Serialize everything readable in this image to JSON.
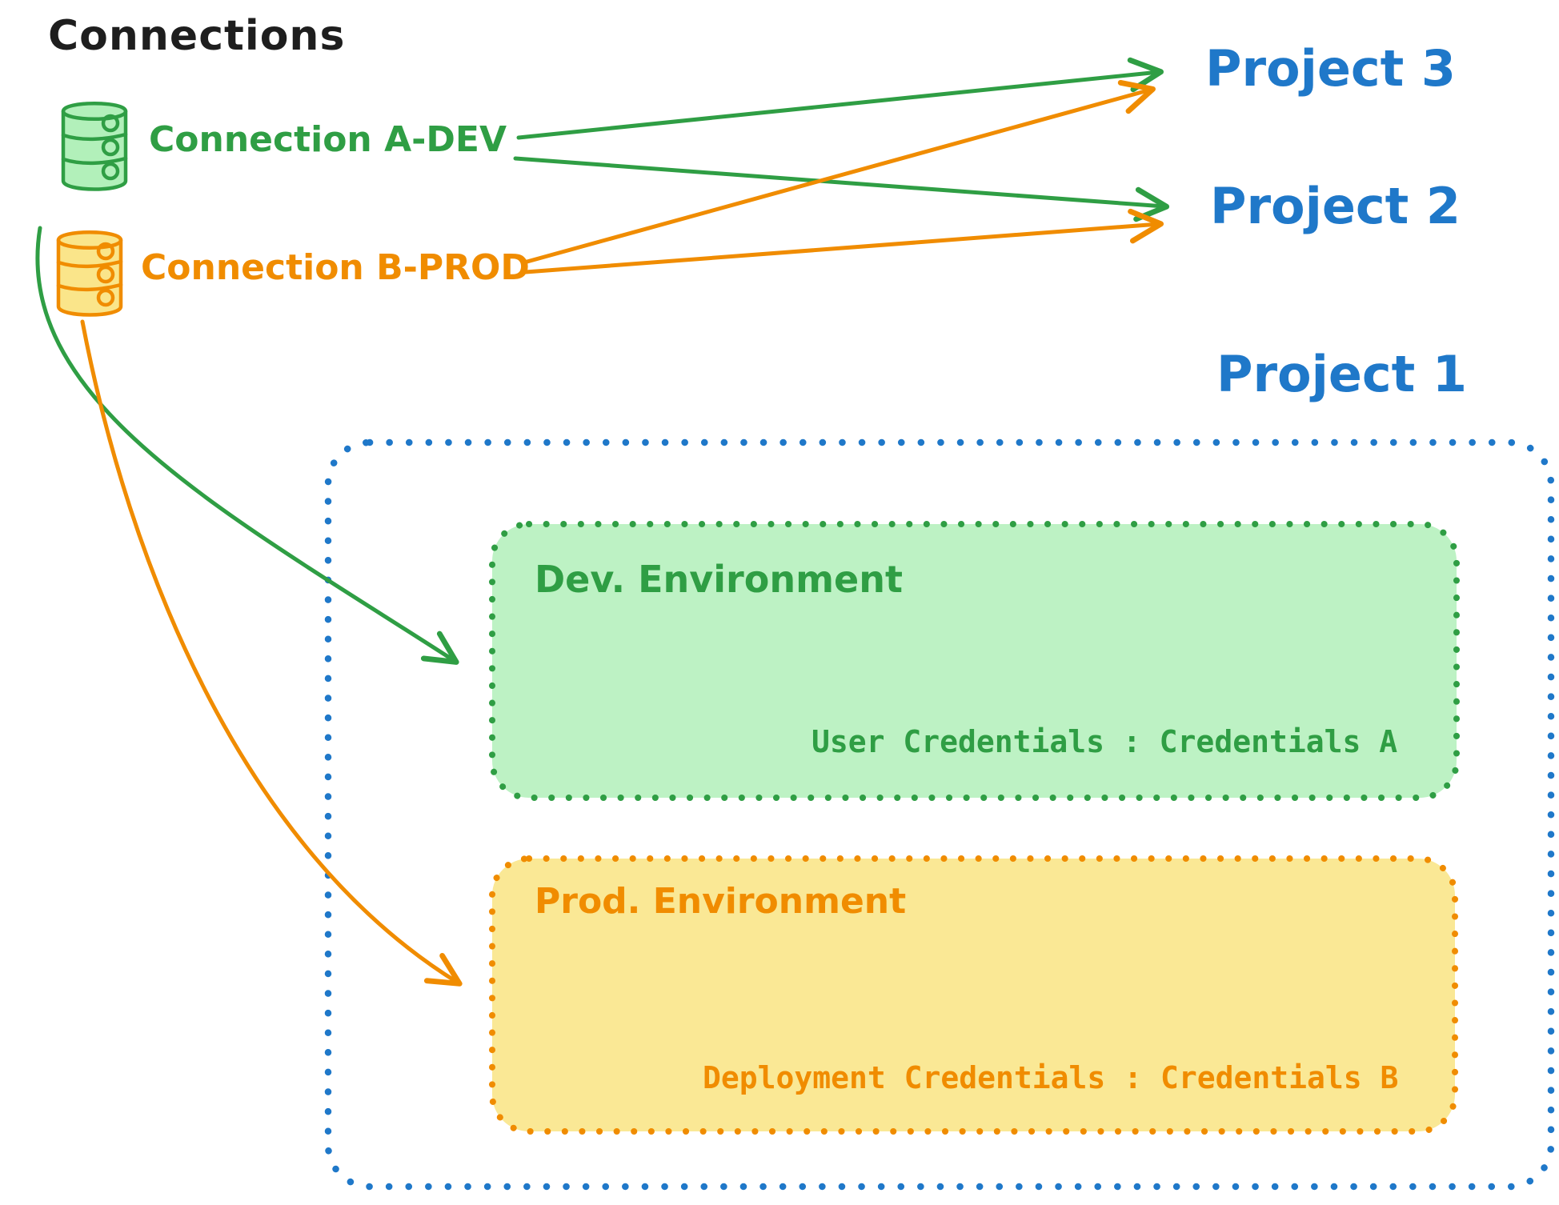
{
  "title": "Connections",
  "connections": [
    {
      "label": "Connection A-DEV",
      "kind": "database",
      "color": "#2f9e44",
      "fill": "#b2f0ba",
      "links": [
        "Project 3",
        "Project 2",
        "Dev. Environment"
      ]
    },
    {
      "label": "Connection B-PROD",
      "kind": "database",
      "color": "#f08c00",
      "fill": "#fae58a",
      "links": [
        "Project 3",
        "Project 2",
        "Prod. Environment"
      ]
    }
  ],
  "projects": [
    {
      "label": "Project 3"
    },
    {
      "label": "Project 2"
    },
    {
      "label": "Project 1"
    }
  ],
  "project1": {
    "environments": [
      {
        "label": "Dev. Environment",
        "credentials_line": "User Credentials : Credentials A",
        "color": "#2f9e44",
        "fill": "#b2f0ba"
      },
      {
        "label": "Prod. Environment",
        "credentials_line": "Deployment Credentials : Credentials B",
        "color": "#f08c00",
        "fill": "#fae58a"
      }
    ]
  },
  "colors": {
    "title_black": "#1e1e1e",
    "project_blue": "#1f78c9",
    "dev_green_stroke": "#2f9e44",
    "dev_green_fill": "#b2f0ba",
    "prod_orange_stroke": "#f08c00",
    "prod_orange_fill": "#fae58a"
  }
}
